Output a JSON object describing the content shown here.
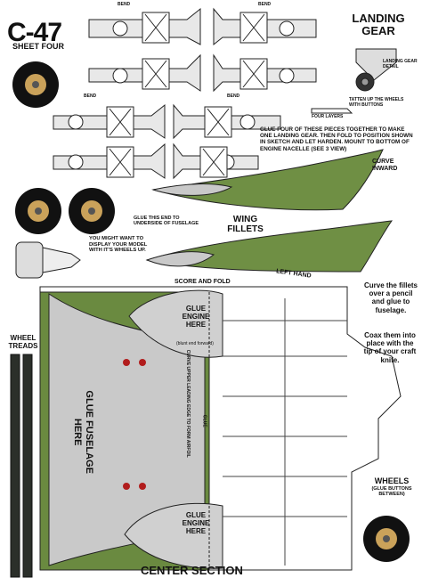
{
  "title": "C-47",
  "sheet": "SHEET FOUR",
  "landing_gear": {
    "title": "LANDING GEAR",
    "detail": "LANDING GEAR DETAIL",
    "tatten": "TATTEN UP THE WHEELS WITH BUTTONS"
  },
  "bend": "BEND",
  "four_layers": "FOUR LAYERS",
  "glue_instructions": "GLUE FOUR OF THESE PIECES TOGETHER TO MAKE ONE LANDING GEAR. THEN FOLD TO POSITION SHOWN IN SKETCH AND LET HARDEN. MOUNT TO BOTTOM OF ENGINE NACELLE (SEE 3 VIEW)",
  "curve_inward": "CURVE INWARD",
  "glue_end": "GLUE THIS END TO UNDERSIDE OF FUSELAGE",
  "wing_fillets": "WING FILLETS",
  "left_hand": "LEFT HAND",
  "display_note": "YOU MIGHT WANT TO DISPLAY YOUR MODEL WITH IT'S WHEELS UP.",
  "score_fold": "SCORE AND FOLD",
  "curve_fillets": "Curve the fillets over a pencil and glue to fuselage.",
  "coax": "Coax them into place with the tip of your craft knife.",
  "glue_engine": "GLUE ENGINE HERE",
  "blunt": "(blunt end forward)",
  "curve_upper": "CURVE UPPER LEADING EDGE TO FORM AIRFOIL",
  "glue_small": "GLUE",
  "glue_fuselage": "GLUE FUSELAGE HERE",
  "wheel_treads": "WHEEL TREADS",
  "wheels": "WHEELS",
  "wheels_note": "(GLUE BUTTONS BETWEEN)",
  "center_section": "CENTER SECTION",
  "colors": {
    "green": "#5f7d3a",
    "gray": "#c9c9c9",
    "dark": "#2b2f2a"
  }
}
